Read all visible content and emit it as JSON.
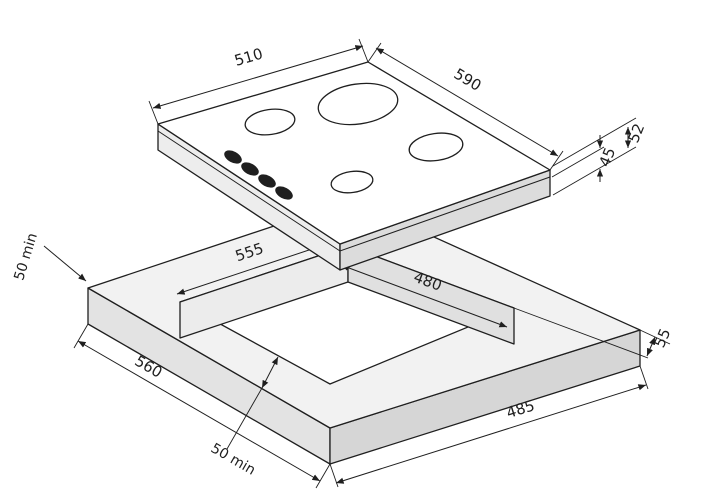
{
  "page": {
    "background": "#ffffff"
  },
  "colors": {
    "line": "#1f1f1f",
    "hob_top": "#ffffff",
    "hob_side_left": "#ededed",
    "hob_side_right": "#dcdcdc",
    "worktop_top": "#f2f2f2",
    "worktop_side_left": "#e3e3e3",
    "worktop_side_right": "#d6d6d6",
    "cutout_wall_left": "#ececec",
    "cutout_wall_right": "#e0e0e0",
    "knob": "#1f1f1f"
  },
  "dims": {
    "hob_depth": "510",
    "hob_width": "590",
    "hob_total_height": "52",
    "hob_builtin_depth": "45",
    "cutout_left_edge": "555",
    "cutout_right_edge": "480",
    "right_clearance": "55",
    "rear_clearance_min": "50 min",
    "worktop_front_left_edge": "560",
    "worktop_front_right_edge": "485",
    "front_clearance_min": "50 min"
  }
}
